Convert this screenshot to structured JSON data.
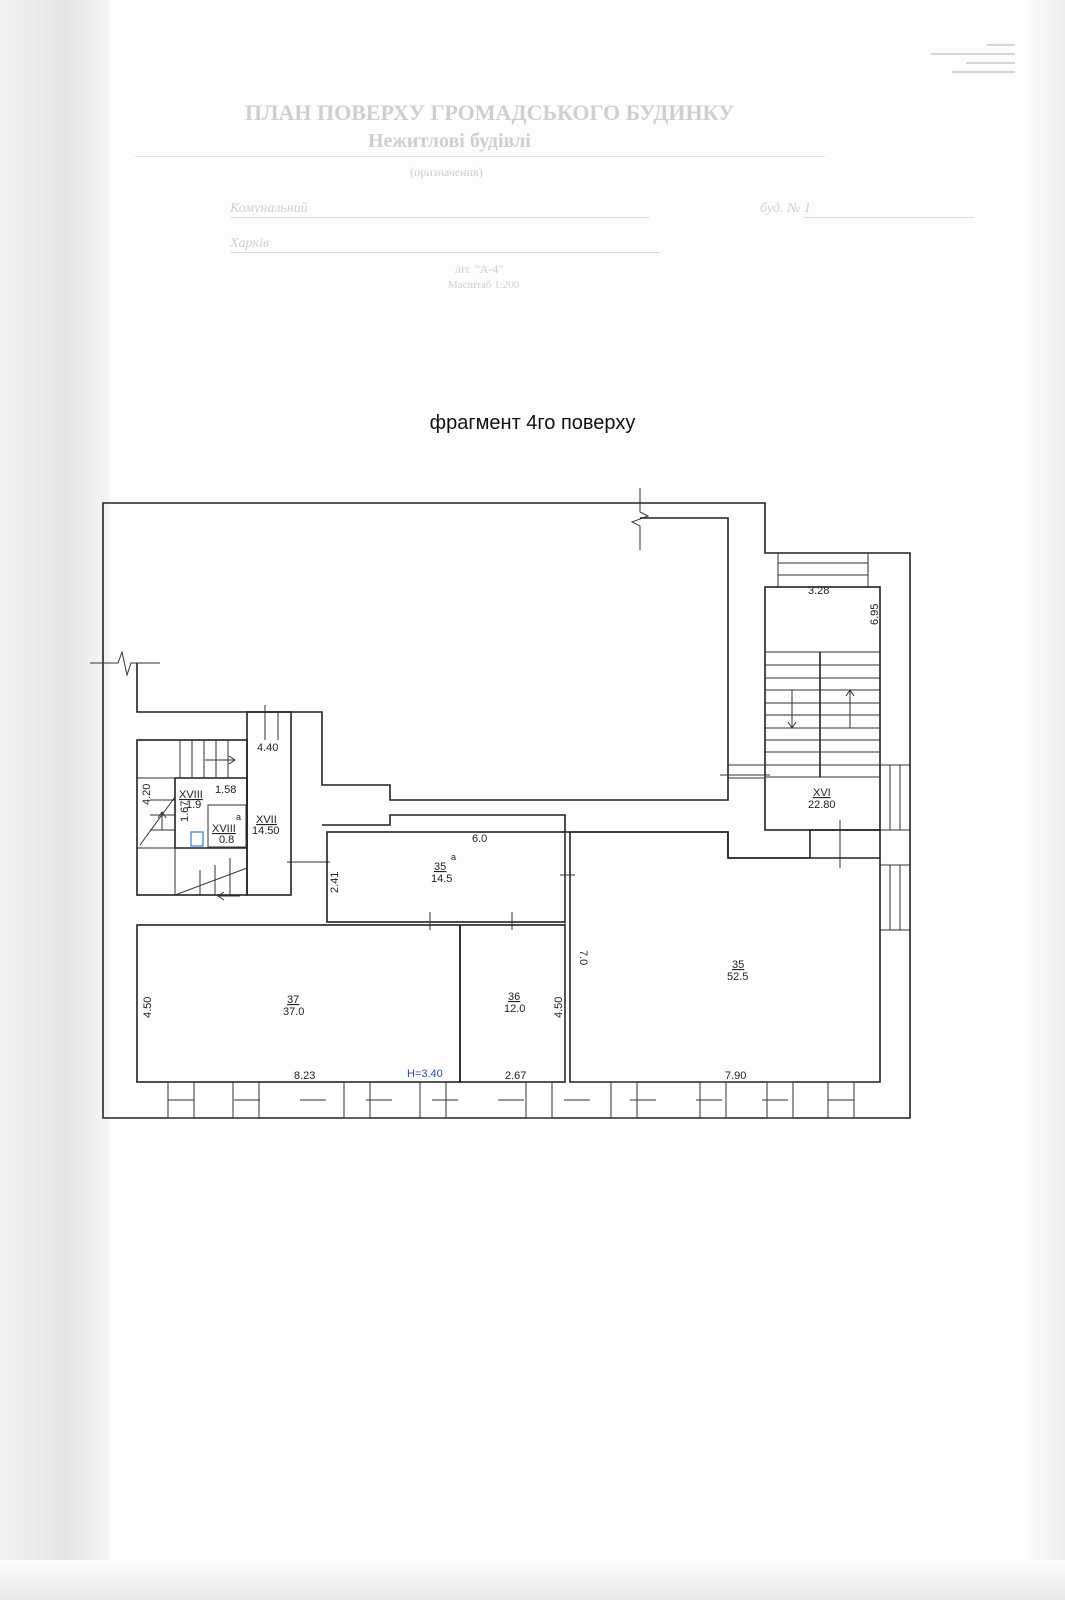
{
  "header": {
    "title": "ПЛАН ПОВЕРХУ ГРОМАДСЬКОГО БУДИНКУ",
    "purpose": "Нежитлові будівлі",
    "purpose_caption": "(призначення)",
    "line1_value": "Комунальний",
    "line1_right_label": "буд. №",
    "line1_right_value": "1",
    "line2_value": "Харків",
    "letter": "літ. \"А-4\"",
    "scale": "Масштаб 1:200"
  },
  "plan": {
    "title": "фрагмент 4го поверху",
    "height_label": "H=3.40",
    "rooms": [
      {
        "num": "XVI",
        "area": "22.80"
      },
      {
        "num": "XVII",
        "area": "14.50"
      },
      {
        "num": "XVIII",
        "area": "1.9"
      },
      {
        "num": "XVIII",
        "sup": "а",
        "area": "0.8"
      },
      {
        "num": "35",
        "sup": "а",
        "area": "14.5"
      },
      {
        "num": "35",
        "area": "52.5"
      },
      {
        "num": "36",
        "area": "12.0"
      },
      {
        "num": "37",
        "area": "37.0"
      }
    ],
    "dims": [
      "3.28",
      "6.95",
      "4.40",
      "4.20",
      "1.58",
      "1.67",
      "6.0",
      "2.41",
      "7.0",
      "4.50",
      "4.50",
      "8.23",
      "2.67",
      "7.90"
    ]
  }
}
